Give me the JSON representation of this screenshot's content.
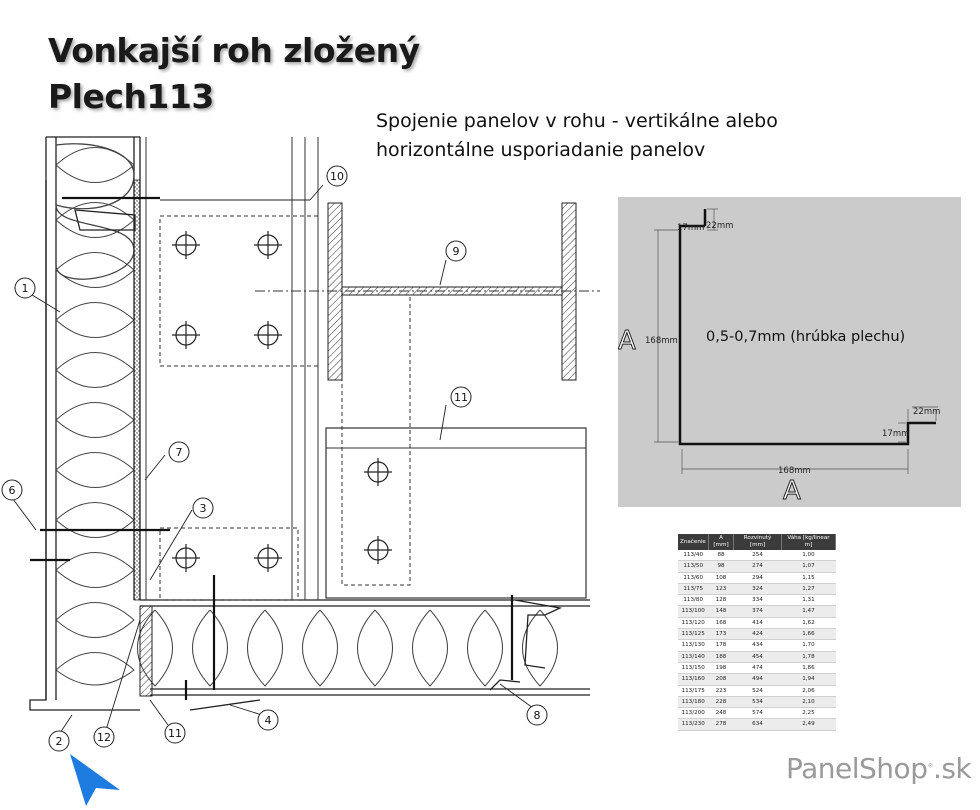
{
  "title": {
    "line1": "Vonkajší roh zložený",
    "line2": "Plech113"
  },
  "subtitle": {
    "line1": "Spojenie panelov v rohu - vertikálne alebo",
    "line2": "horizontálne usporiadanie panelov"
  },
  "callouts": [
    "1",
    "2",
    "3",
    "4",
    "6",
    "7",
    "8",
    "9",
    "10",
    "11",
    "11",
    "12"
  ],
  "profile": {
    "thickness_label": "0,5-0,7mm (hrúbka plechu)",
    "dim_top_left": "17mm",
    "dim_top_right": "22mm",
    "dim_height": "168mm",
    "dim_width": "168mm",
    "dim_bottom_22": "22mm",
    "dim_bottom_17": "17mm",
    "section_a_left": "A",
    "section_a_bottom": "A"
  },
  "spec_table": {
    "headers": [
      "Značenie",
      "A [mm]",
      "Rozvinutý [mm]",
      "Váha [kg/linear m]"
    ],
    "rows": [
      [
        "113/40",
        "88",
        "254",
        "1,00"
      ],
      [
        "113/50",
        "98",
        "274",
        "1,07"
      ],
      [
        "113/60",
        "108",
        "294",
        "1,15"
      ],
      [
        "113/75",
        "123",
        "324",
        "1,27"
      ],
      [
        "113/80",
        "128",
        "334",
        "1,31"
      ],
      [
        "113/100",
        "148",
        "374",
        "1,47"
      ],
      [
        "113/120",
        "168",
        "414",
        "1,62"
      ],
      [
        "113/125",
        "173",
        "424",
        "1,66"
      ],
      [
        "113/130",
        "178",
        "434",
        "1,70"
      ],
      [
        "113/140",
        "188",
        "454",
        "1,78"
      ],
      [
        "113/150",
        "198",
        "474",
        "1,86"
      ],
      [
        "113/160",
        "208",
        "494",
        "1,94"
      ],
      [
        "113/175",
        "223",
        "524",
        "2,06"
      ],
      [
        "113/180",
        "228",
        "534",
        "2,10"
      ],
      [
        "113/200",
        "248",
        "574",
        "2,25"
      ],
      [
        "113/230",
        "278",
        "634",
        "2,49"
      ]
    ]
  },
  "logo": {
    "text": "PanelShop",
    "reg": "®",
    "domain": ".sk"
  },
  "colors": {
    "profile_bg": "#cbcbcb",
    "table_header": "#3b3b3b",
    "cursor": "#1e7be0",
    "logo": "#9a9a9a"
  }
}
